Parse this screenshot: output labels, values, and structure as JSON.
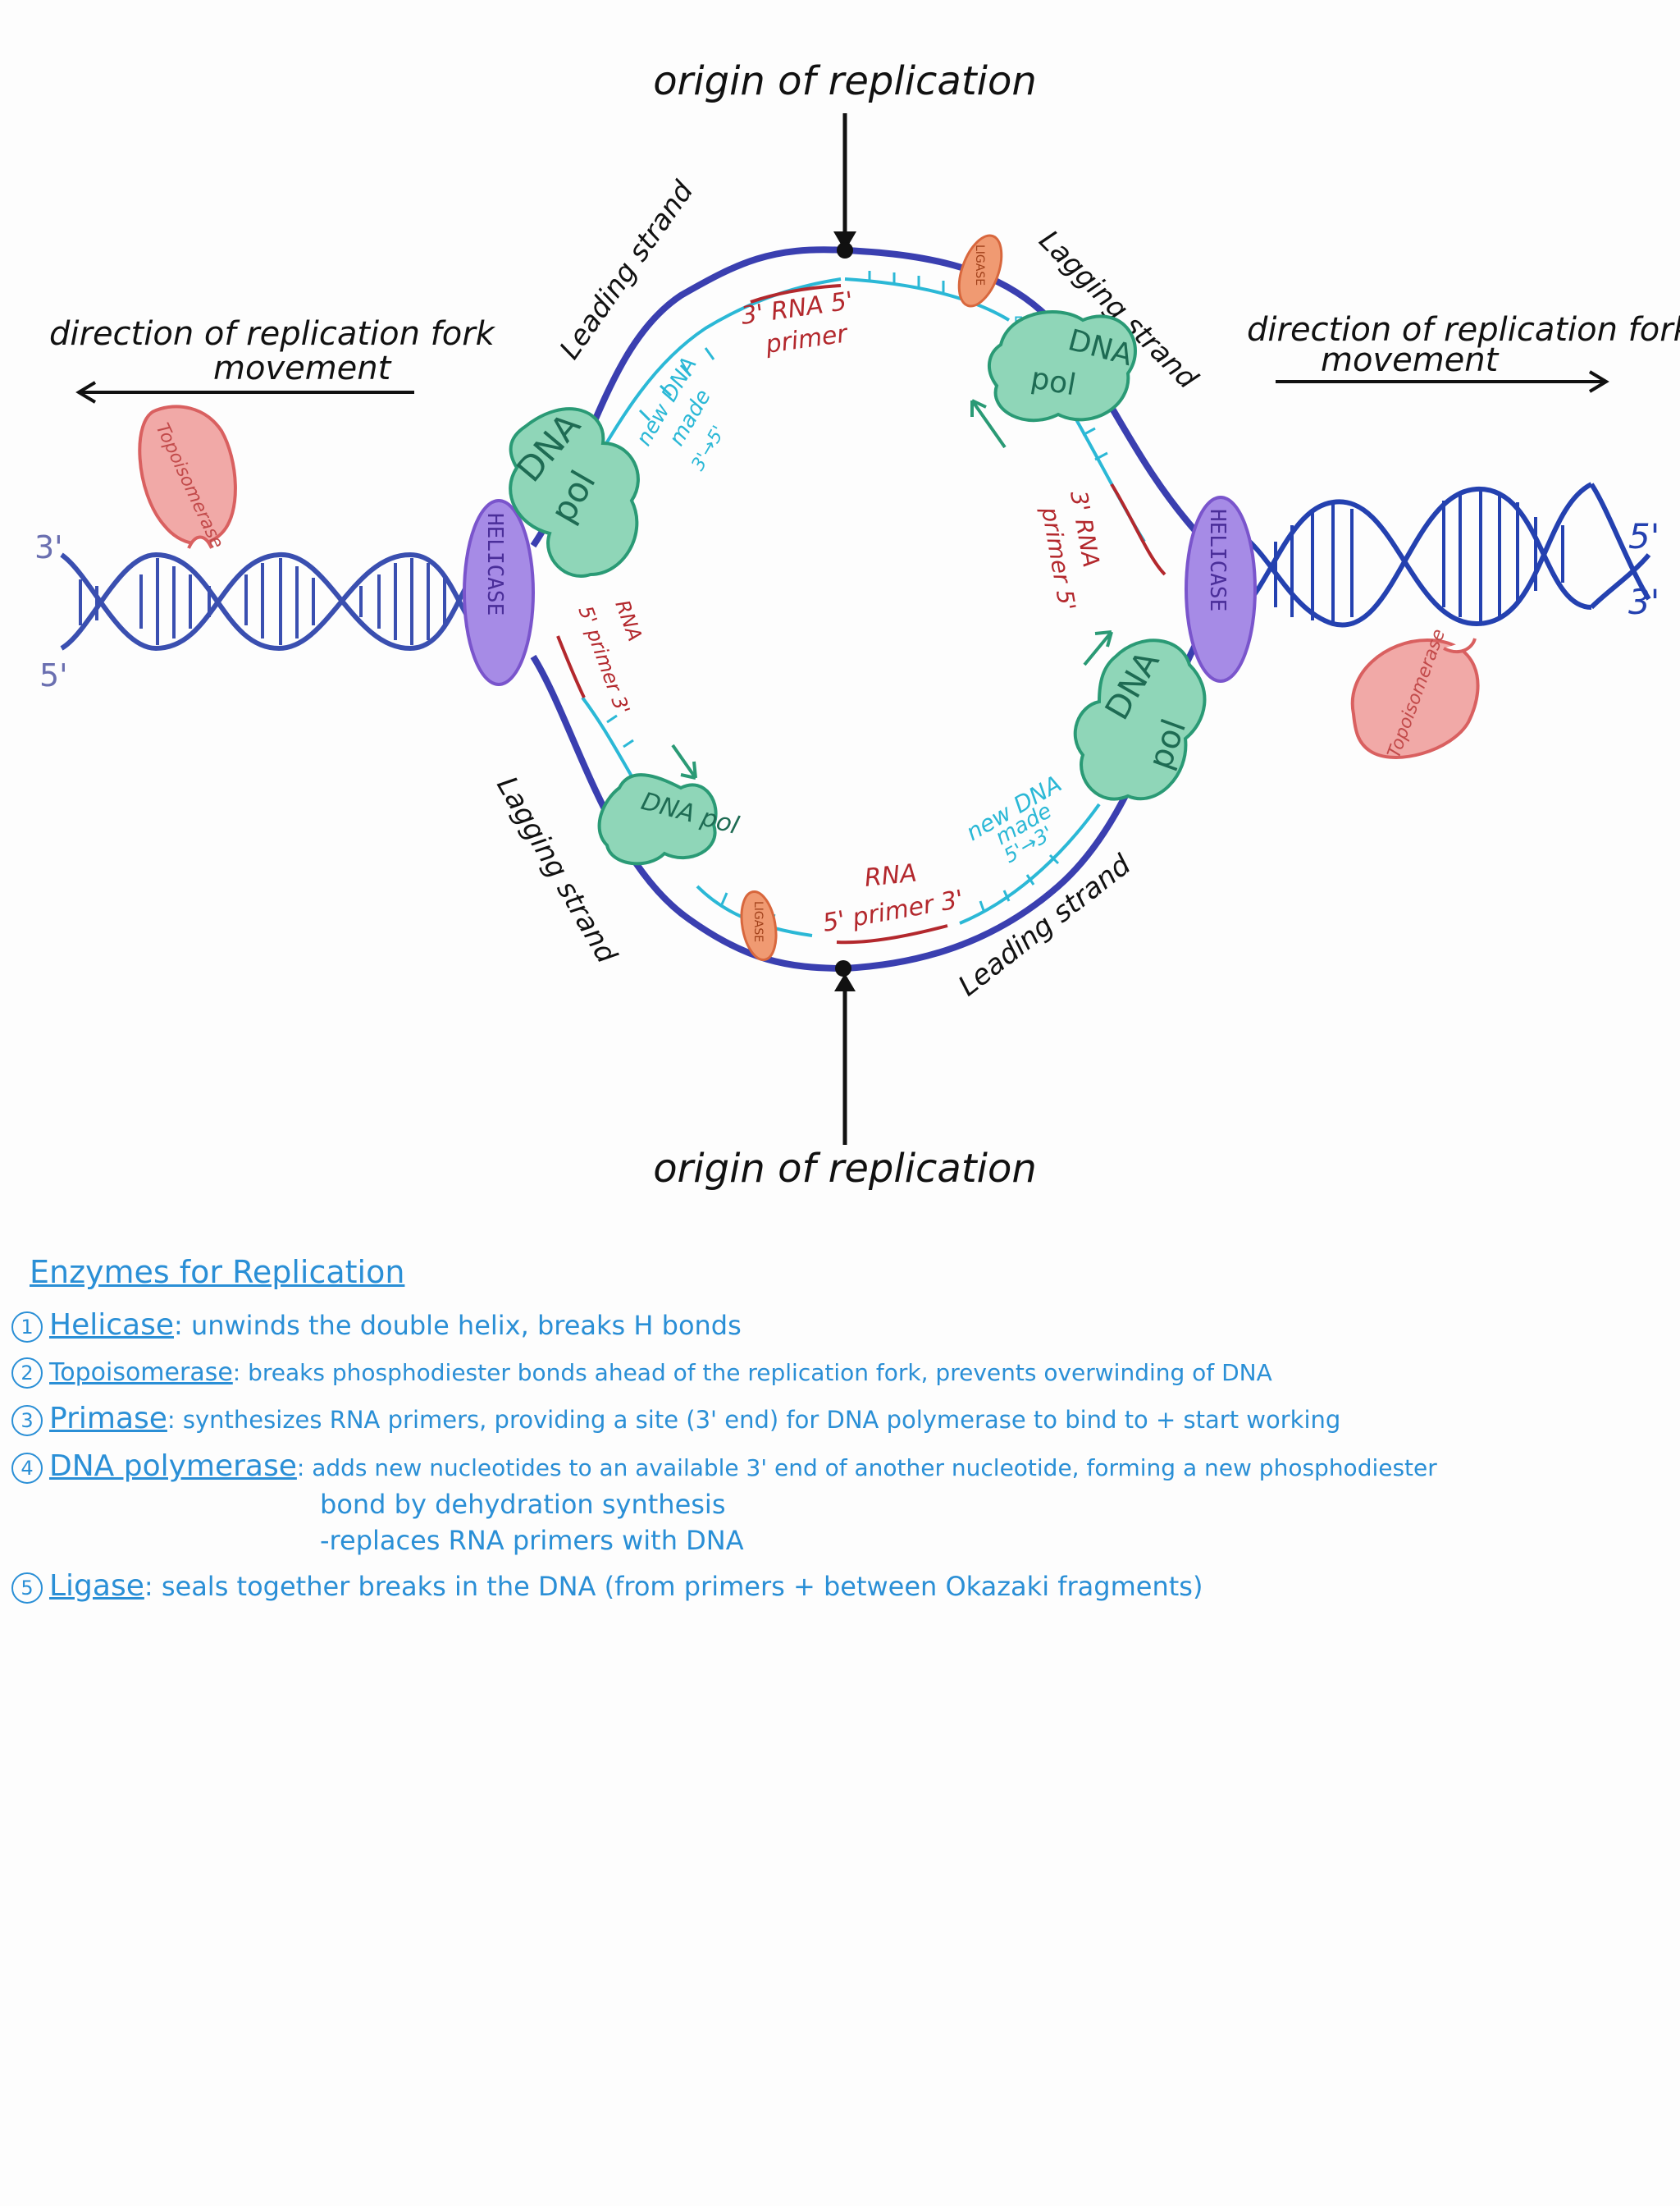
{
  "origin_top": "origin of replication",
  "origin_bottom": "origin of replication",
  "direction_left": {
    "line1": "direction of replication fork",
    "line2": "movement"
  },
  "direction_right": {
    "line1": "direction of replication fork",
    "line2": "movement"
  },
  "end_labels": {
    "left_top": "3'",
    "left_bottom": "5'",
    "right_top": "5'",
    "right_bottom": "3'"
  },
  "enzymes": {
    "topoisomerase": "Topoisomerase",
    "helicase": "HELICASE",
    "dna": "DNA",
    "pol": "pol",
    "dna_pol": "DNA pol",
    "ligase": "LIGASE"
  },
  "strands": {
    "leading": "Leading strand",
    "lagging": "Lagging strand",
    "leading_br": "Leading strand",
    "lagging_tr": "Lagging strand"
  },
  "primers": {
    "top_center": {
      "line1": "3' RNA 5'",
      "line2": "primer"
    },
    "left": {
      "line1": "RNA",
      "line2": "5' primer 3'"
    },
    "right": {
      "line1": "3' RNA",
      "line2": "primer 5'"
    },
    "bottom_center": {
      "line1": "RNA",
      "line2": "5' primer 3'"
    }
  },
  "new_dna": {
    "top_left": {
      "line1": "new DNA",
      "line2": "made",
      "line3": "3'→5'"
    },
    "bottom_right": {
      "line1": "new DNA",
      "line2": "made",
      "line3": "5'→3'"
    }
  },
  "small_5": "5'",
  "notes": {
    "title": "Enzymes for Replication",
    "items": [
      {
        "n": "1",
        "term": "Helicase",
        "text": ": unwinds the double helix, breaks H bonds"
      },
      {
        "n": "2",
        "term": "Topoisomerase",
        "text": ": breaks phosphodiester bonds ahead of the replication fork, prevents overwinding of DNA"
      },
      {
        "n": "3",
        "term": "Primase",
        "text": ": synthesizes RNA primers, providing a site (3' end) for DNA polymerase to bind to + start working"
      },
      {
        "n": "4",
        "term": "DNA polymerase",
        "text": ": adds new nucleotides to an available 3' end of another nucleotide, forming a new phosphodiester",
        "cont1": "bond by dehydration synthesis",
        "cont2": "-replaces RNA primers with DNA"
      },
      {
        "n": "5",
        "term": "Ligase",
        "text": ": seals together breaks in the DNA (from primers + between Okazaki fragments)"
      }
    ]
  },
  "colors": {
    "helix": "#3a4fb0",
    "new_strand": "#2bb8d6",
    "primer": "#b3282d",
    "pol_fill": "#8fd6b8",
    "pol_stroke": "#2a9a75",
    "helicase_fill": "#a68be6",
    "helicase_stroke": "#7a55cc",
    "topo_fill": "#f1a9a7",
    "topo_stroke": "#d96060",
    "ligase_fill": "#f09a72",
    "ligase_stroke": "#d8673d",
    "note_text": "#2a8fd6"
  }
}
